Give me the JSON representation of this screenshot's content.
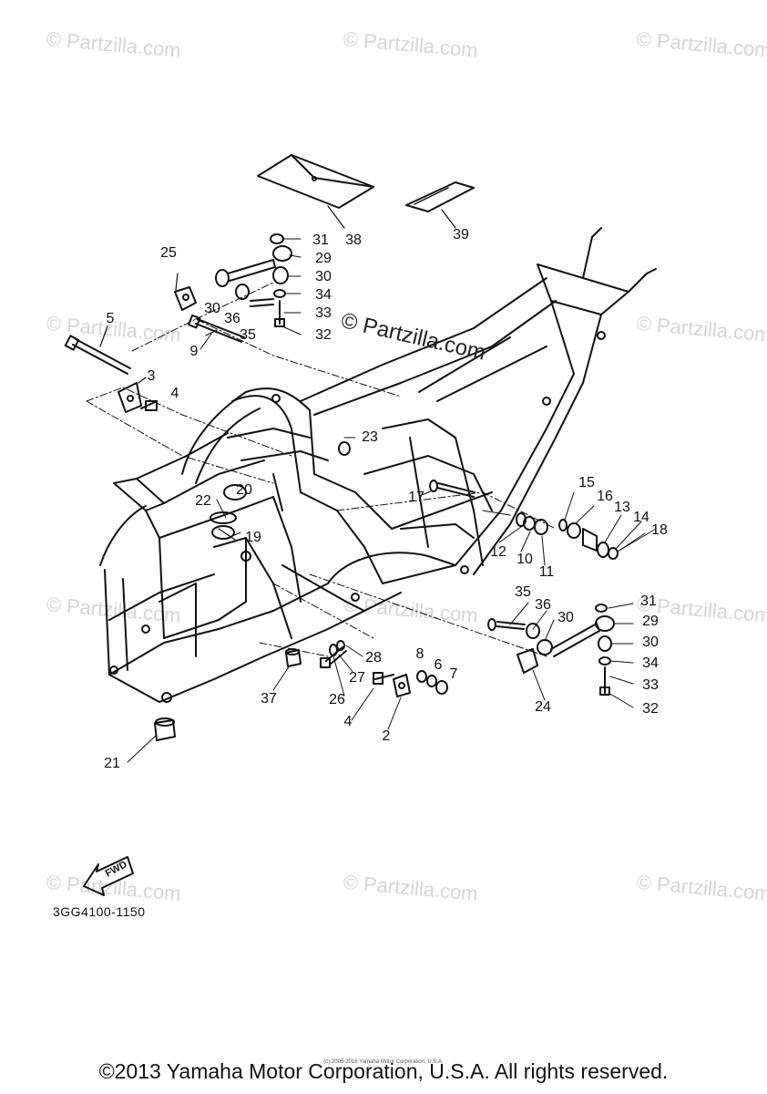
{
  "watermark": "© Partzilla.com",
  "center_watermark": "© Partzilla.com",
  "diagram_code": "3GG4100-1150",
  "fwd_label": "FWD",
  "copyright": "©2013 Yamaha Motor Corporation, U.S.A. All rights reserved.",
  "small_copyright": "(c) 2005-2016 Yamaha Motor Corporation, U.S.A.",
  "callouts": {
    "c2": "2",
    "c3": "3",
    "c4a": "4",
    "c4b": "4",
    "c5": "5",
    "c6": "6",
    "c7": "7",
    "c8": "8",
    "c9": "9",
    "c10": "10",
    "c11": "11",
    "c12": "12",
    "c13": "13",
    "c14": "14",
    "c15": "15",
    "c16": "16",
    "c17": "17",
    "c18": "18",
    "c19": "19",
    "c20": "20",
    "c21": "21",
    "c22": "22",
    "c23": "23",
    "c24": "24",
    "c25": "25",
    "c26": "26",
    "c27": "27",
    "c28": "28",
    "c29a": "29",
    "c29b": "29",
    "c30a": "30",
    "c30b": "30",
    "c30c": "30",
    "c31a": "31",
    "c31b": "31",
    "c32a": "32",
    "c32b": "32",
    "c33a": "33",
    "c33b": "33",
    "c34a": "34",
    "c34b": "34",
    "c35a": "35",
    "c35b": "35",
    "c36a": "36",
    "c36b": "36",
    "c37": "37",
    "c38": "38",
    "c39": "39"
  }
}
